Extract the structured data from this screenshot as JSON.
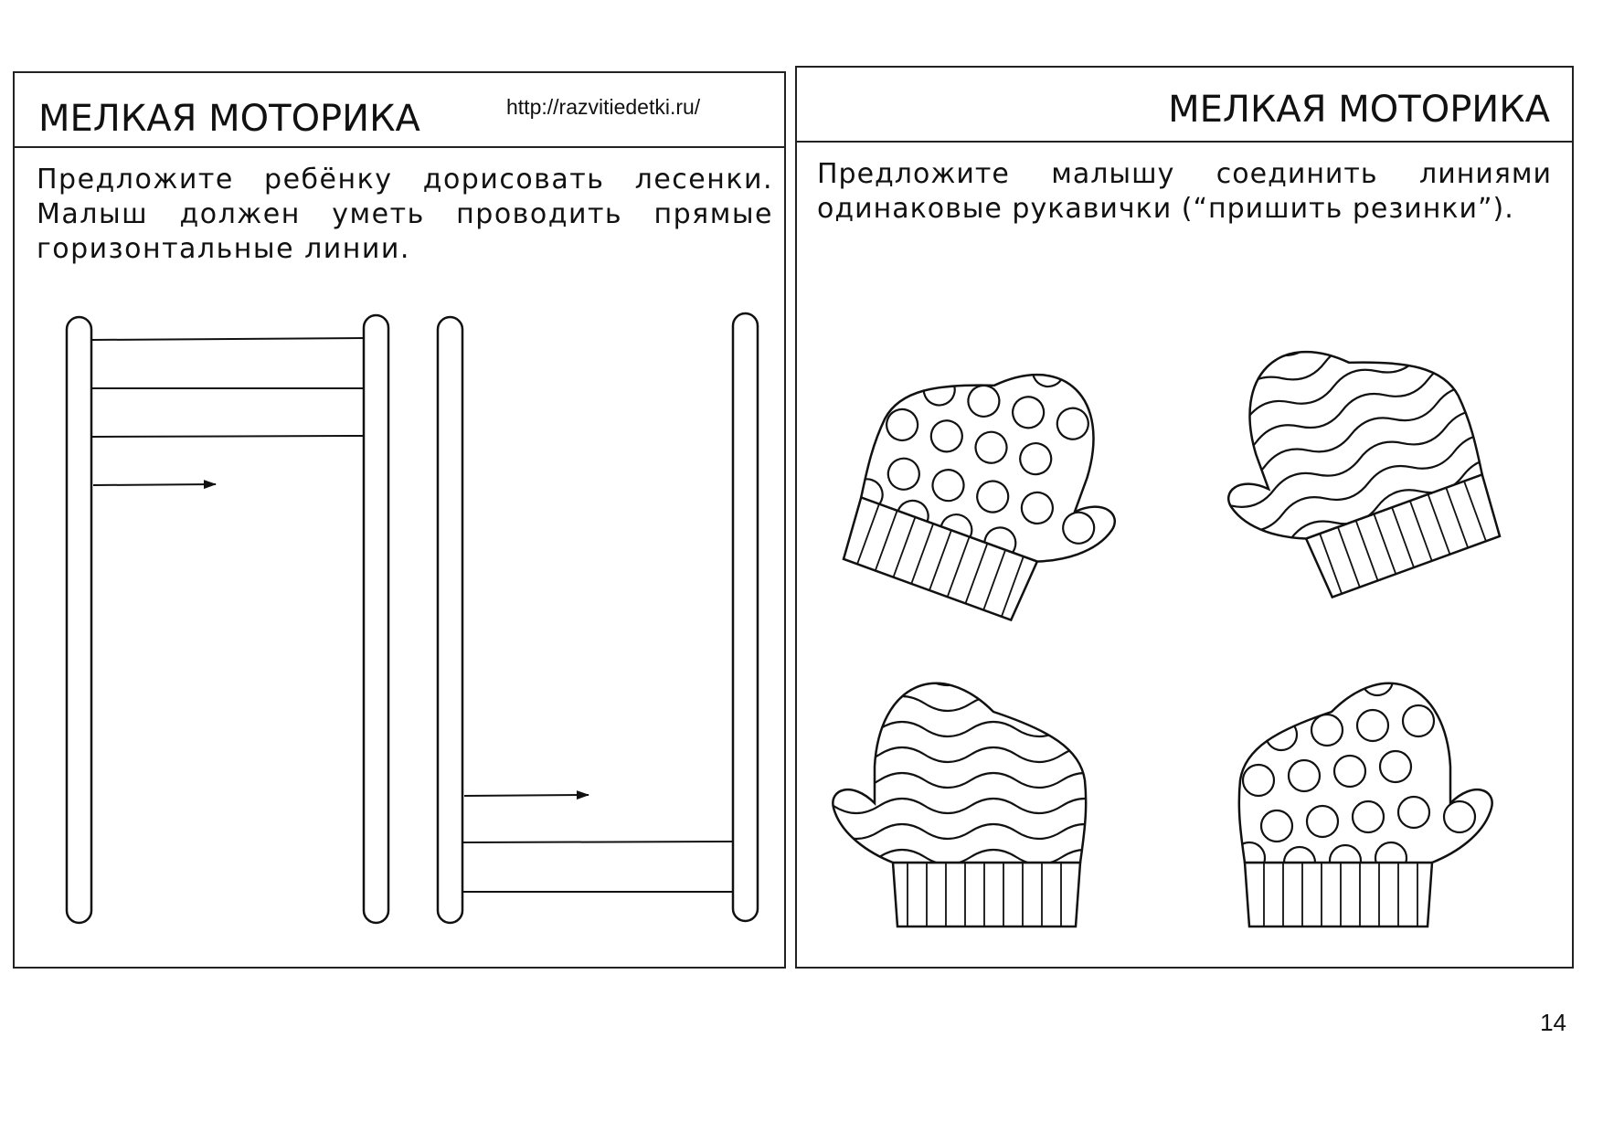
{
  "left_panel": {
    "title": "МЕЛКАЯ МОТОРИКА",
    "url": "http://razvitiedetki.ru/",
    "instruction": "Предложите ребёнку дорисовать лесенки. Малыш должен уметь проводить прямые горизонтальные линии.",
    "ladders": [
      {
        "drawn_rungs": 3,
        "guide": "arrow-right-icon"
      },
      {
        "drawn_rungs": 2,
        "guide": "arrow-right-icon"
      }
    ]
  },
  "right_panel": {
    "title": "МЕЛКАЯ МОТОРИКА",
    "instruction": "Предложите малышу соединить линиями одинаковые рукавички (“пришить резинки”).",
    "mittens": [
      {
        "pattern": "dots",
        "icon": "polka-dot-mitten-icon"
      },
      {
        "pattern": "waves",
        "icon": "wavy-mitten-icon"
      },
      {
        "pattern": "waves",
        "icon": "wavy-mitten-icon"
      },
      {
        "pattern": "dots",
        "icon": "polka-dot-mitten-icon"
      }
    ]
  },
  "page_number": "14"
}
